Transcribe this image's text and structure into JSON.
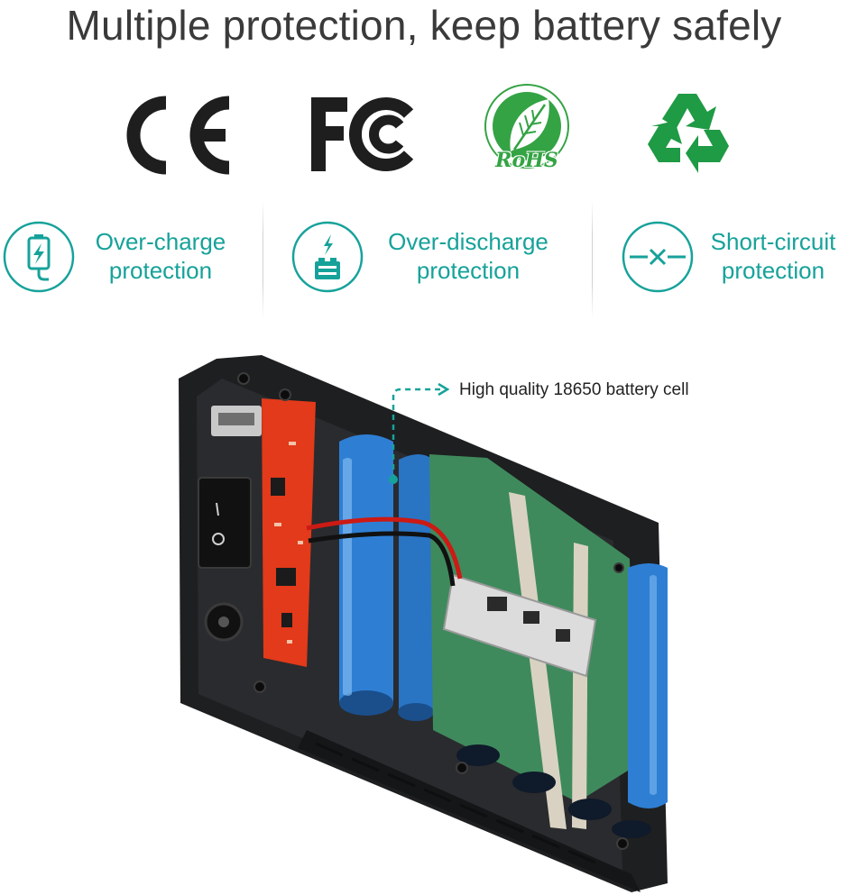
{
  "header": {
    "title": "Multiple protection, keep battery safely"
  },
  "certifications": [
    {
      "name": "ce",
      "icon": "ce-mark-icon"
    },
    {
      "name": "fcc",
      "icon": "fc-mark-icon"
    },
    {
      "name": "rohs",
      "icon": "rohs-leaf-icon",
      "label": "RoHS"
    },
    {
      "name": "recycle",
      "icon": "recycle-icon"
    }
  ],
  "features": [
    {
      "line1": "Over-charge",
      "line2": "protection",
      "icon": "battery-charge-icon"
    },
    {
      "line1": "Over-discharge",
      "line2": "protection",
      "icon": "battery-discharge-icon"
    },
    {
      "line1": "Short-circuit",
      "line2": "protection",
      "icon": "short-circuit-icon"
    }
  ],
  "product": {
    "callout": "High quality 18650 battery cell"
  },
  "colors": {
    "accent": "#16a29a",
    "title": "#3a3a3a",
    "rohs_green": "#34a344",
    "recycle_green": "#1f9a45",
    "battery_blue": "#2e7fd4",
    "pcb_red": "#e23a1a",
    "case_black": "#1e1f21",
    "wrap_green": "#3f8a5c"
  }
}
